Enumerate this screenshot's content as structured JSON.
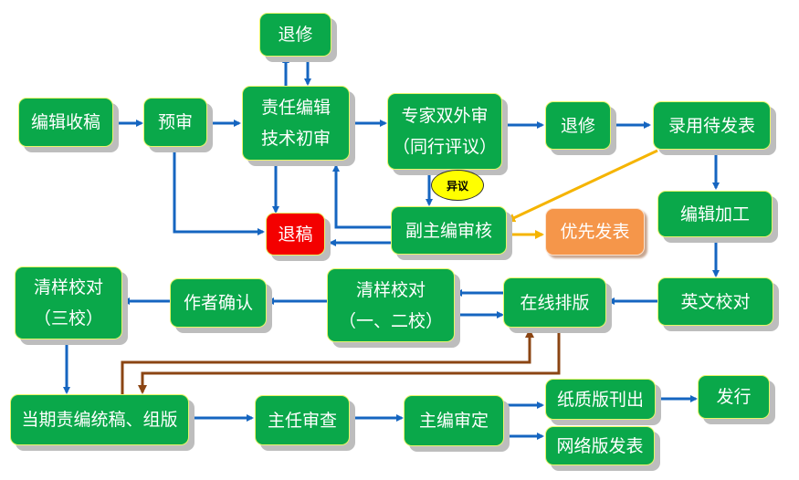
{
  "title": "期刊编辑出版流程图",
  "colors": {
    "box_green": "#0aa84a",
    "reject_red": "#f40000",
    "priority_orange": "#f5964a",
    "arrow_blue": "#1565c0",
    "arrow_yellow": "#f5b400",
    "arrow_brown": "#8b4513",
    "objection_yellow": "#ffff00"
  },
  "nodes": {
    "receive": {
      "lines": [
        "编辑收稿"
      ]
    },
    "pre_review": {
      "lines": [
        "预审"
      ]
    },
    "revise_top": {
      "lines": [
        "退修"
      ]
    },
    "editor_review": {
      "lines": [
        "责任编辑",
        "技术初审"
      ]
    },
    "peer_review": {
      "lines": [
        "专家双外审",
        "（同行评议）"
      ]
    },
    "revise_mid": {
      "lines": [
        "退修"
      ]
    },
    "accepted": {
      "lines": [
        "录用待发表"
      ]
    },
    "reject": {
      "lines": [
        "退稿"
      ]
    },
    "deputy_review": {
      "lines": [
        "副主编审核"
      ]
    },
    "priority_publish": {
      "lines": [
        "优先发表"
      ]
    },
    "editing": {
      "lines": [
        "编辑加工"
      ]
    },
    "proof3": {
      "lines": [
        "清样校对",
        "（三校）"
      ]
    },
    "author_confirm": {
      "lines": [
        "作者确认"
      ]
    },
    "proof12": {
      "lines": [
        "清样校对",
        "（一、二校）"
      ]
    },
    "typeset": {
      "lines": [
        "在线排版"
      ]
    },
    "english_proof": {
      "lines": [
        "英文校对"
      ]
    },
    "compile": {
      "lines": [
        "当期责编统稿、组版"
      ]
    },
    "director_review": {
      "lines": [
        "主任审查"
      ]
    },
    "chief_approve": {
      "lines": [
        "主编审定"
      ]
    },
    "print": {
      "lines": [
        "纸质版刊出"
      ]
    },
    "distribute": {
      "lines": [
        "发行"
      ]
    },
    "online": {
      "lines": [
        "网络版发表"
      ]
    }
  },
  "labels": {
    "objection": "异议"
  }
}
